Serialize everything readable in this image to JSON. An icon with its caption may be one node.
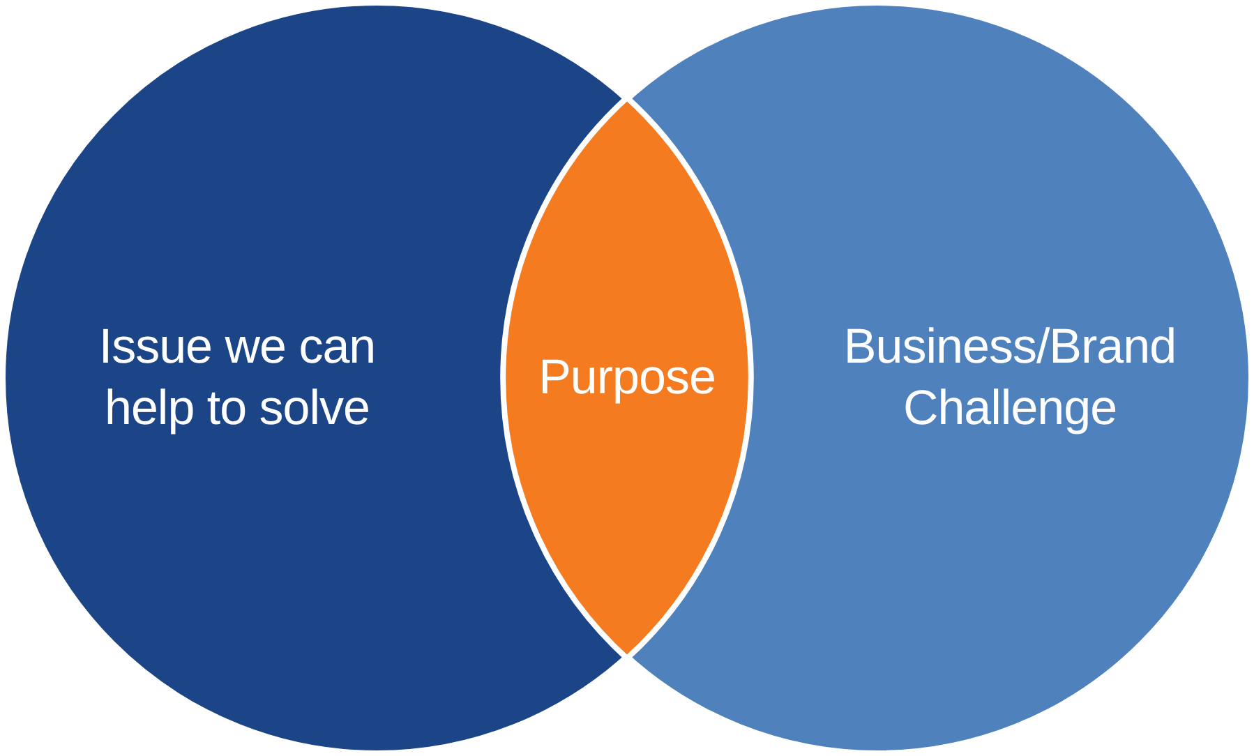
{
  "diagram": {
    "nodes": [
      {
        "text": [
          "Issue we can help to solve"
        ]
      },
      {
        "text": [
          "Business/Brand Challenge"
        ]
      },
      {
        "text": [
          "Purpose"
        ]
      }
    ],
    "edges": []
  }
}
